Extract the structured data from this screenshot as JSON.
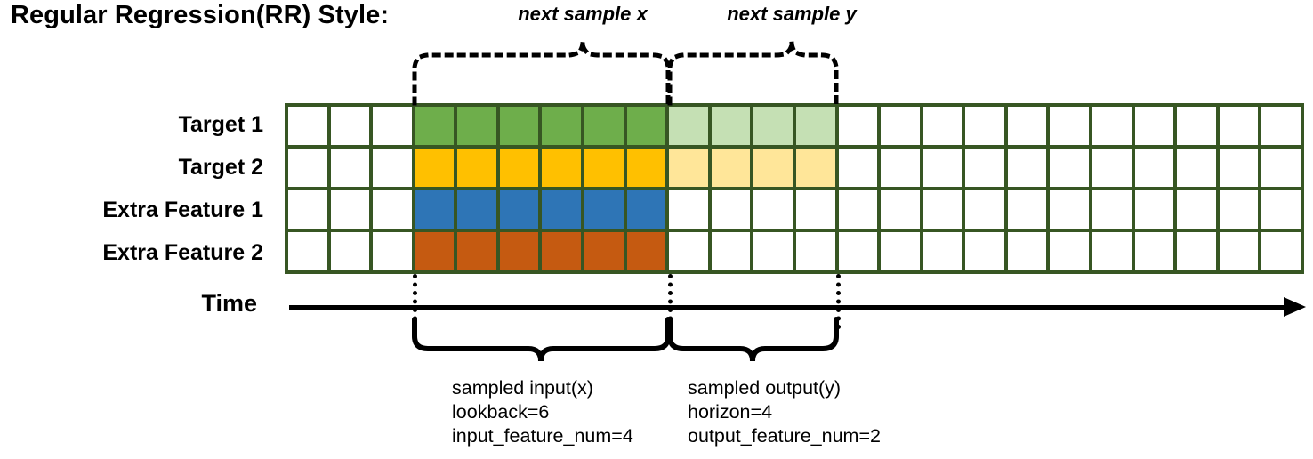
{
  "title": "Regular Regression(RR) Style:",
  "rows": [
    {
      "label": "Target 1",
      "color": "#6EAE4B",
      "light": "#C5E0B4",
      "has_output": true
    },
    {
      "label": "Target 2",
      "color": "#FFC000",
      "light": "#FFE699",
      "has_output": true
    },
    {
      "label": "Extra Feature 1",
      "color": "#2E75B6",
      "light": "",
      "has_output": false
    },
    {
      "label": "Extra Feature 2",
      "color": "#C55A11",
      "light": "",
      "has_output": false
    }
  ],
  "grid": {
    "total_columns": 24,
    "leading_blank_columns": 3,
    "input_columns": 6,
    "output_columns": 4,
    "trailing_blank_columns": 11,
    "border_color": "#375623",
    "empty_color": "#FFFFFF"
  },
  "axis": {
    "label": "Time"
  },
  "top_annotations": [
    {
      "text": "next sample x"
    },
    {
      "text": "next sample y"
    }
  ],
  "bottom_annotations": [
    {
      "line1": "sampled input(x)",
      "line2": "lookback=6",
      "line3": "input_feature_num=4"
    },
    {
      "line1": "sampled output(y)",
      "line2": "horizon=4",
      "line3": "output_feature_num=2"
    }
  ]
}
